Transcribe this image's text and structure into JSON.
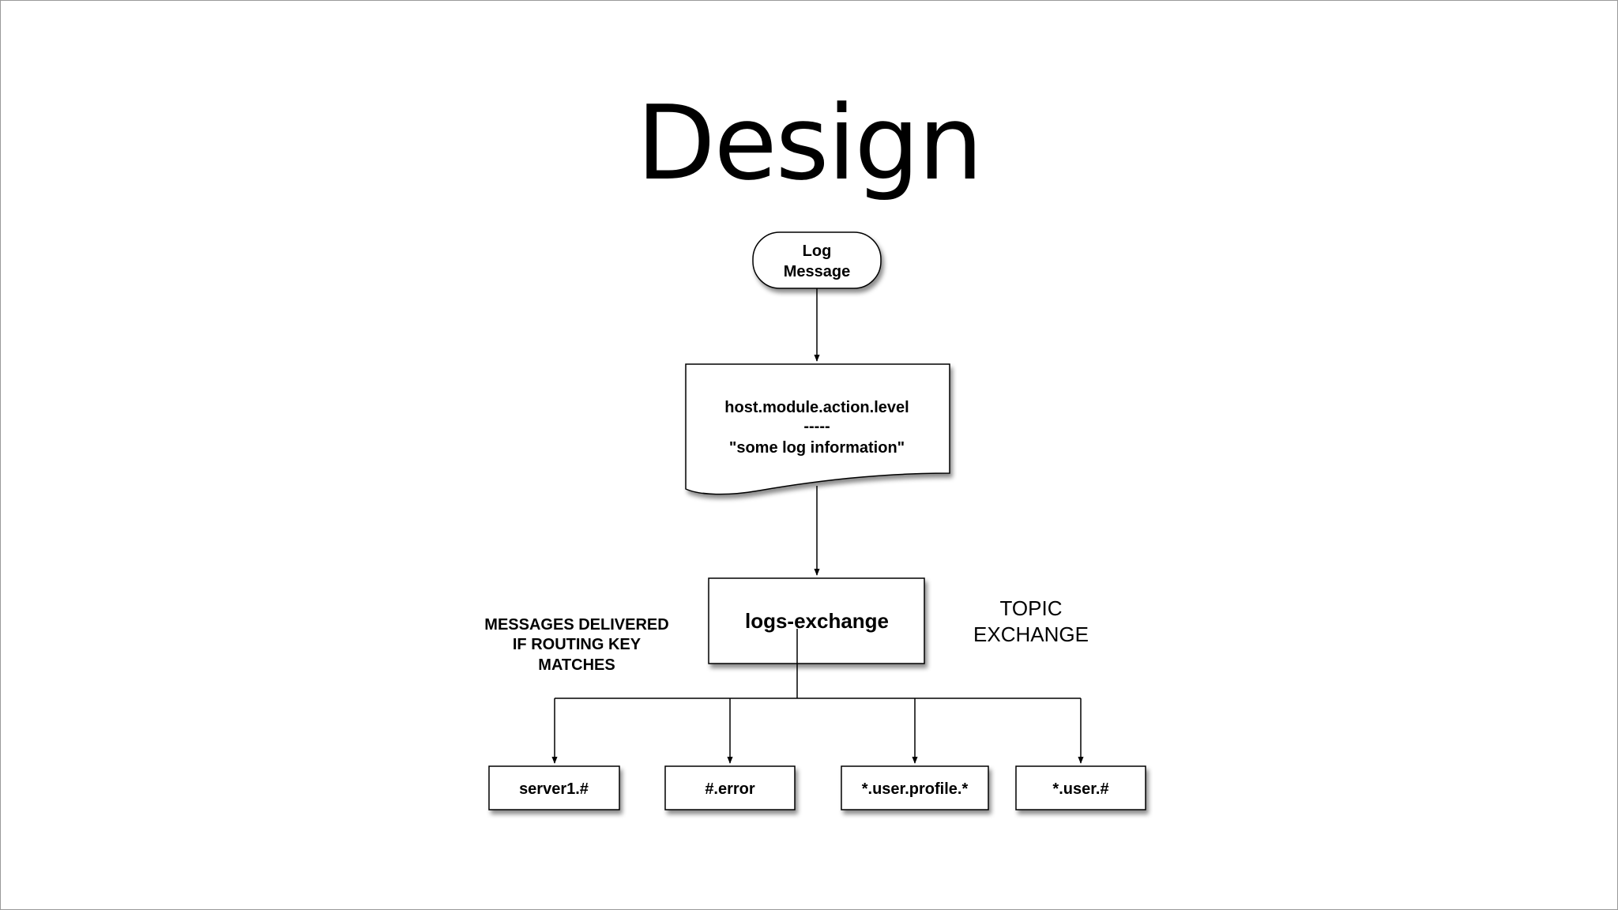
{
  "slide": {
    "title": "Design"
  },
  "diagram": {
    "source": {
      "line1": "Log",
      "line2": "Message"
    },
    "message_doc": {
      "routing_key": "host.module.action.level",
      "separator": "-----",
      "payload": "\"some log information\""
    },
    "exchange": {
      "label": "logs-exchange"
    },
    "exchange_type": {
      "line1": "TOPIC",
      "line2": "EXCHANGE"
    },
    "routing_note": {
      "line1": "MESSAGES DELIVERED",
      "line2": "IF ROUTING KEY",
      "line3": "MATCHES"
    },
    "queues": [
      {
        "label": "server1.#"
      },
      {
        "label": "#.error"
      },
      {
        "label": "*.user.profile.*"
      },
      {
        "label": "*.user.#"
      }
    ]
  }
}
